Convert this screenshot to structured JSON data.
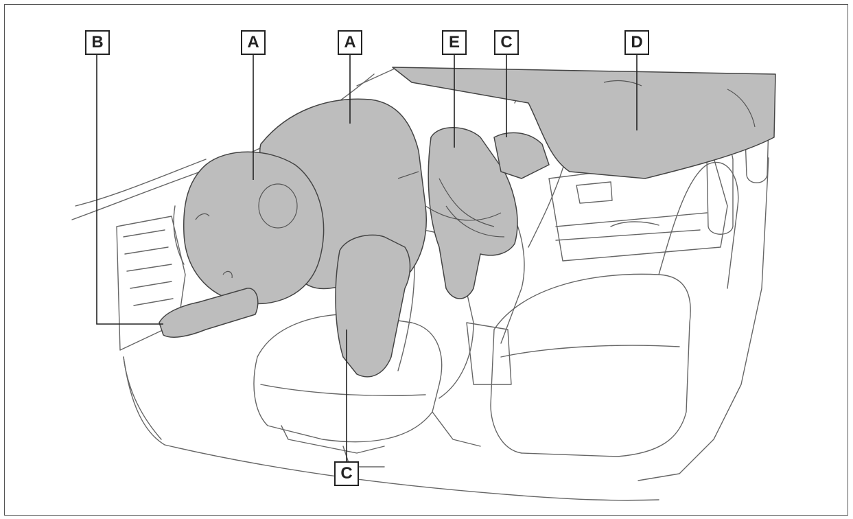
{
  "labels": {
    "b": "B",
    "a_driver": "A",
    "a_passenger": "A",
    "e": "E",
    "c_rear": "C",
    "d": "D",
    "c_front": "C"
  },
  "colors": {
    "airbag_fill": "#bdbdbd",
    "line": "#555555",
    "background": "#ffffff"
  }
}
